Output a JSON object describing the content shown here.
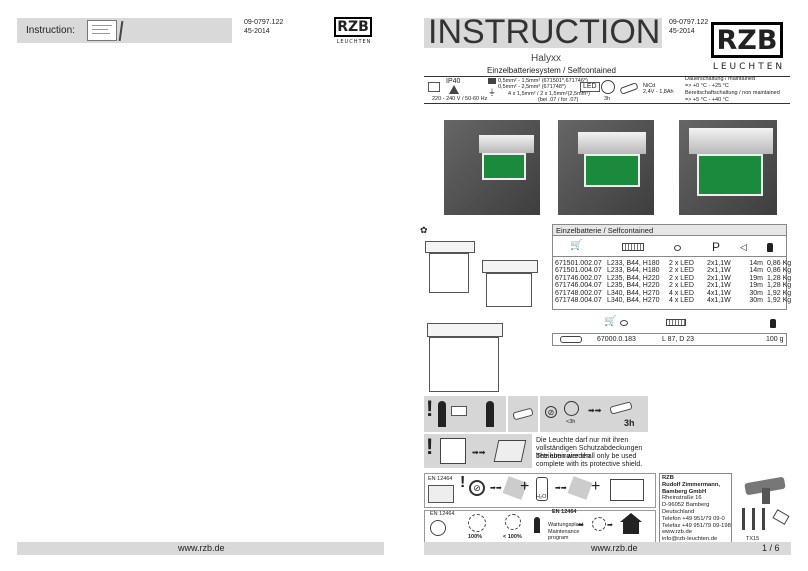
{
  "left_page": {
    "label": "Instruction:",
    "doc_number": "09-0797.122",
    "date_code": "45-2014",
    "logo_text": "RZB",
    "logo_sub": "LEUCHTEN",
    "footer_url": "www.rzb.de"
  },
  "right_page": {
    "title": "INSTRUCTION",
    "doc_number": "09-0797.122",
    "date_code": "45-2014",
    "logo_text": "RZB",
    "logo_sub": "LEUCHTEN",
    "product": "Halyxx",
    "system": "Einzelbatteriesystem / Selfcontained",
    "specs": {
      "ip": "IP40",
      "voltage": "220 - 240 V / 50-60 Hz",
      "cable1": "0,5mm² - 1,5mm² (671501*,671746*)",
      "cable2": "0,5mm² - 2,5mm² (671748*)",
      "cable3": "4 x 1,5mm² / 2 x 1,5mm²(2,5mm²)",
      "cable3b": "(bei .07 / for .07)",
      "led": "LED",
      "duration": "3h",
      "battery": "NiCd",
      "battery_spec": "2,4V - 1,8Ah",
      "maint_label": "Dauerschaltung / maintained",
      "maint_temp": "=>   +0 °C  -  +25 °C",
      "nonmaint_label": "Bereitschaftschaltung / non maintained",
      "nonmaint_temp": "=>   +5 °C  -  +40 °C"
    },
    "table_title": "Einzelbatterie / Selfcontained",
    "table_headers": [
      "",
      "",
      "",
      "P",
      "",
      ""
    ],
    "rows": [
      [
        "671501.002.07",
        "L233, B44, H180",
        "2 x LED",
        "2x1,1W",
        "14m",
        "0,86 Kg"
      ],
      [
        "671501.004.07",
        "L233, B44, H180",
        "2 x LED",
        "2x1,1W",
        "14m",
        "0,86 Kg"
      ],
      [
        "671746.002.07",
        "L235, B44, H220",
        "2 x LED",
        "2x1,1W",
        "19m",
        "1,28 Kg"
      ],
      [
        "671746.004.07",
        "L235, B44, H220",
        "2 x LED",
        "2x1,1W",
        "19m",
        "1,28 Kg"
      ],
      [
        "671748.002.07",
        "L340, B44, H270",
        "4 x LED",
        "4x1,1W",
        "30m",
        "1,92 Kg"
      ],
      [
        "671748.004.07",
        "L340, B44, H270",
        "4 x LED",
        "4x1,1W",
        "30m",
        "1,92 Kg"
      ]
    ],
    "accessory": {
      "article": "67000.0.183",
      "dims": "L 87, D  23",
      "weight": "100 g"
    },
    "warn_duration": "3h",
    "warn_small": "<3h",
    "note_de": "Die Leuchte darf nur mit ihren vollständigen Schutzabdeckungen betrieben werden.",
    "note_en": "The luminaire shall only be used complete with its protective shield.",
    "en_norm1": "EN 12464",
    "en_norm2": "EN 12464",
    "en_norm3": "EN 12464",
    "percent100": "100%",
    "percent_lt100": "< 100%",
    "maintenance": "Wartungsplan/ Maintenance program",
    "h2o": "H₂O",
    "address": [
      "RZB",
      "Rudolf Zimmermann,",
      "Bamberg GmbH",
      "Rheinstraße 16",
      "D-96052 Bamberg",
      "Deutschland",
      "Telefon +49 951/79 09-0",
      "Telefax +49 951/79 09-198",
      "www.rzb.de",
      "info@rzb-leuchten.de"
    ],
    "tool_label": "TX15",
    "footer_url": "www.rzb.de",
    "page": "1 / 6"
  }
}
